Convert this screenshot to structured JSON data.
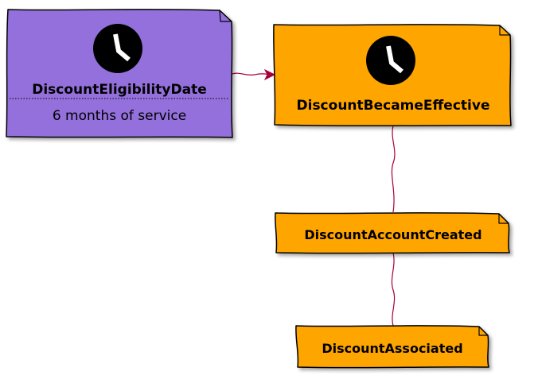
{
  "colors": {
    "policy_fill": "#9370DB",
    "event_fill": "#FFA500",
    "connector": "#A80036",
    "clock_icon": "#000000"
  },
  "nodes": {
    "eligibility": {
      "title": "DiscountEligibilityDate",
      "subtitle": "6 months of service",
      "icon": "clock-icon"
    },
    "effective": {
      "title": "DiscountBecameEffective",
      "icon": "clock-icon"
    },
    "account_created": {
      "title": "DiscountAccountCreated"
    },
    "associated": {
      "title": "DiscountAssociated"
    }
  }
}
